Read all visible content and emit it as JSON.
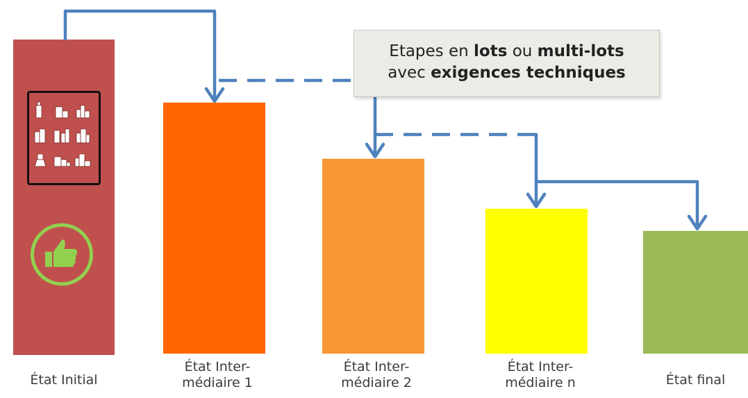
{
  "callout": {
    "line1_prefix": "Etapes en ",
    "line1_b1": "lots",
    "line1_mid": " ou ",
    "line1_b2": "multi-lots",
    "line2_prefix": "avec ",
    "line2_b": "exigences techniques"
  },
  "states": [
    {
      "line1": "État Initial",
      "line2": ""
    },
    {
      "line1": "État Inter-",
      "line2": "médiaire 1"
    },
    {
      "line1": "État Inter-",
      "line2": "médiaire 2"
    },
    {
      "line1": "État Inter-",
      "line2": "médiaire n"
    },
    {
      "line1": "État final",
      "line2": ""
    }
  ],
  "colors": {
    "initial": "#C0504D",
    "intermediate_1": "#FF6600",
    "intermediate_2": "#F79633",
    "intermediate_n": "#FFFF00",
    "final": "#9BBB59",
    "arrows": "#4F81BD"
  },
  "icons": [
    "buildings-icon",
    "thumbs-up-icon"
  ]
}
